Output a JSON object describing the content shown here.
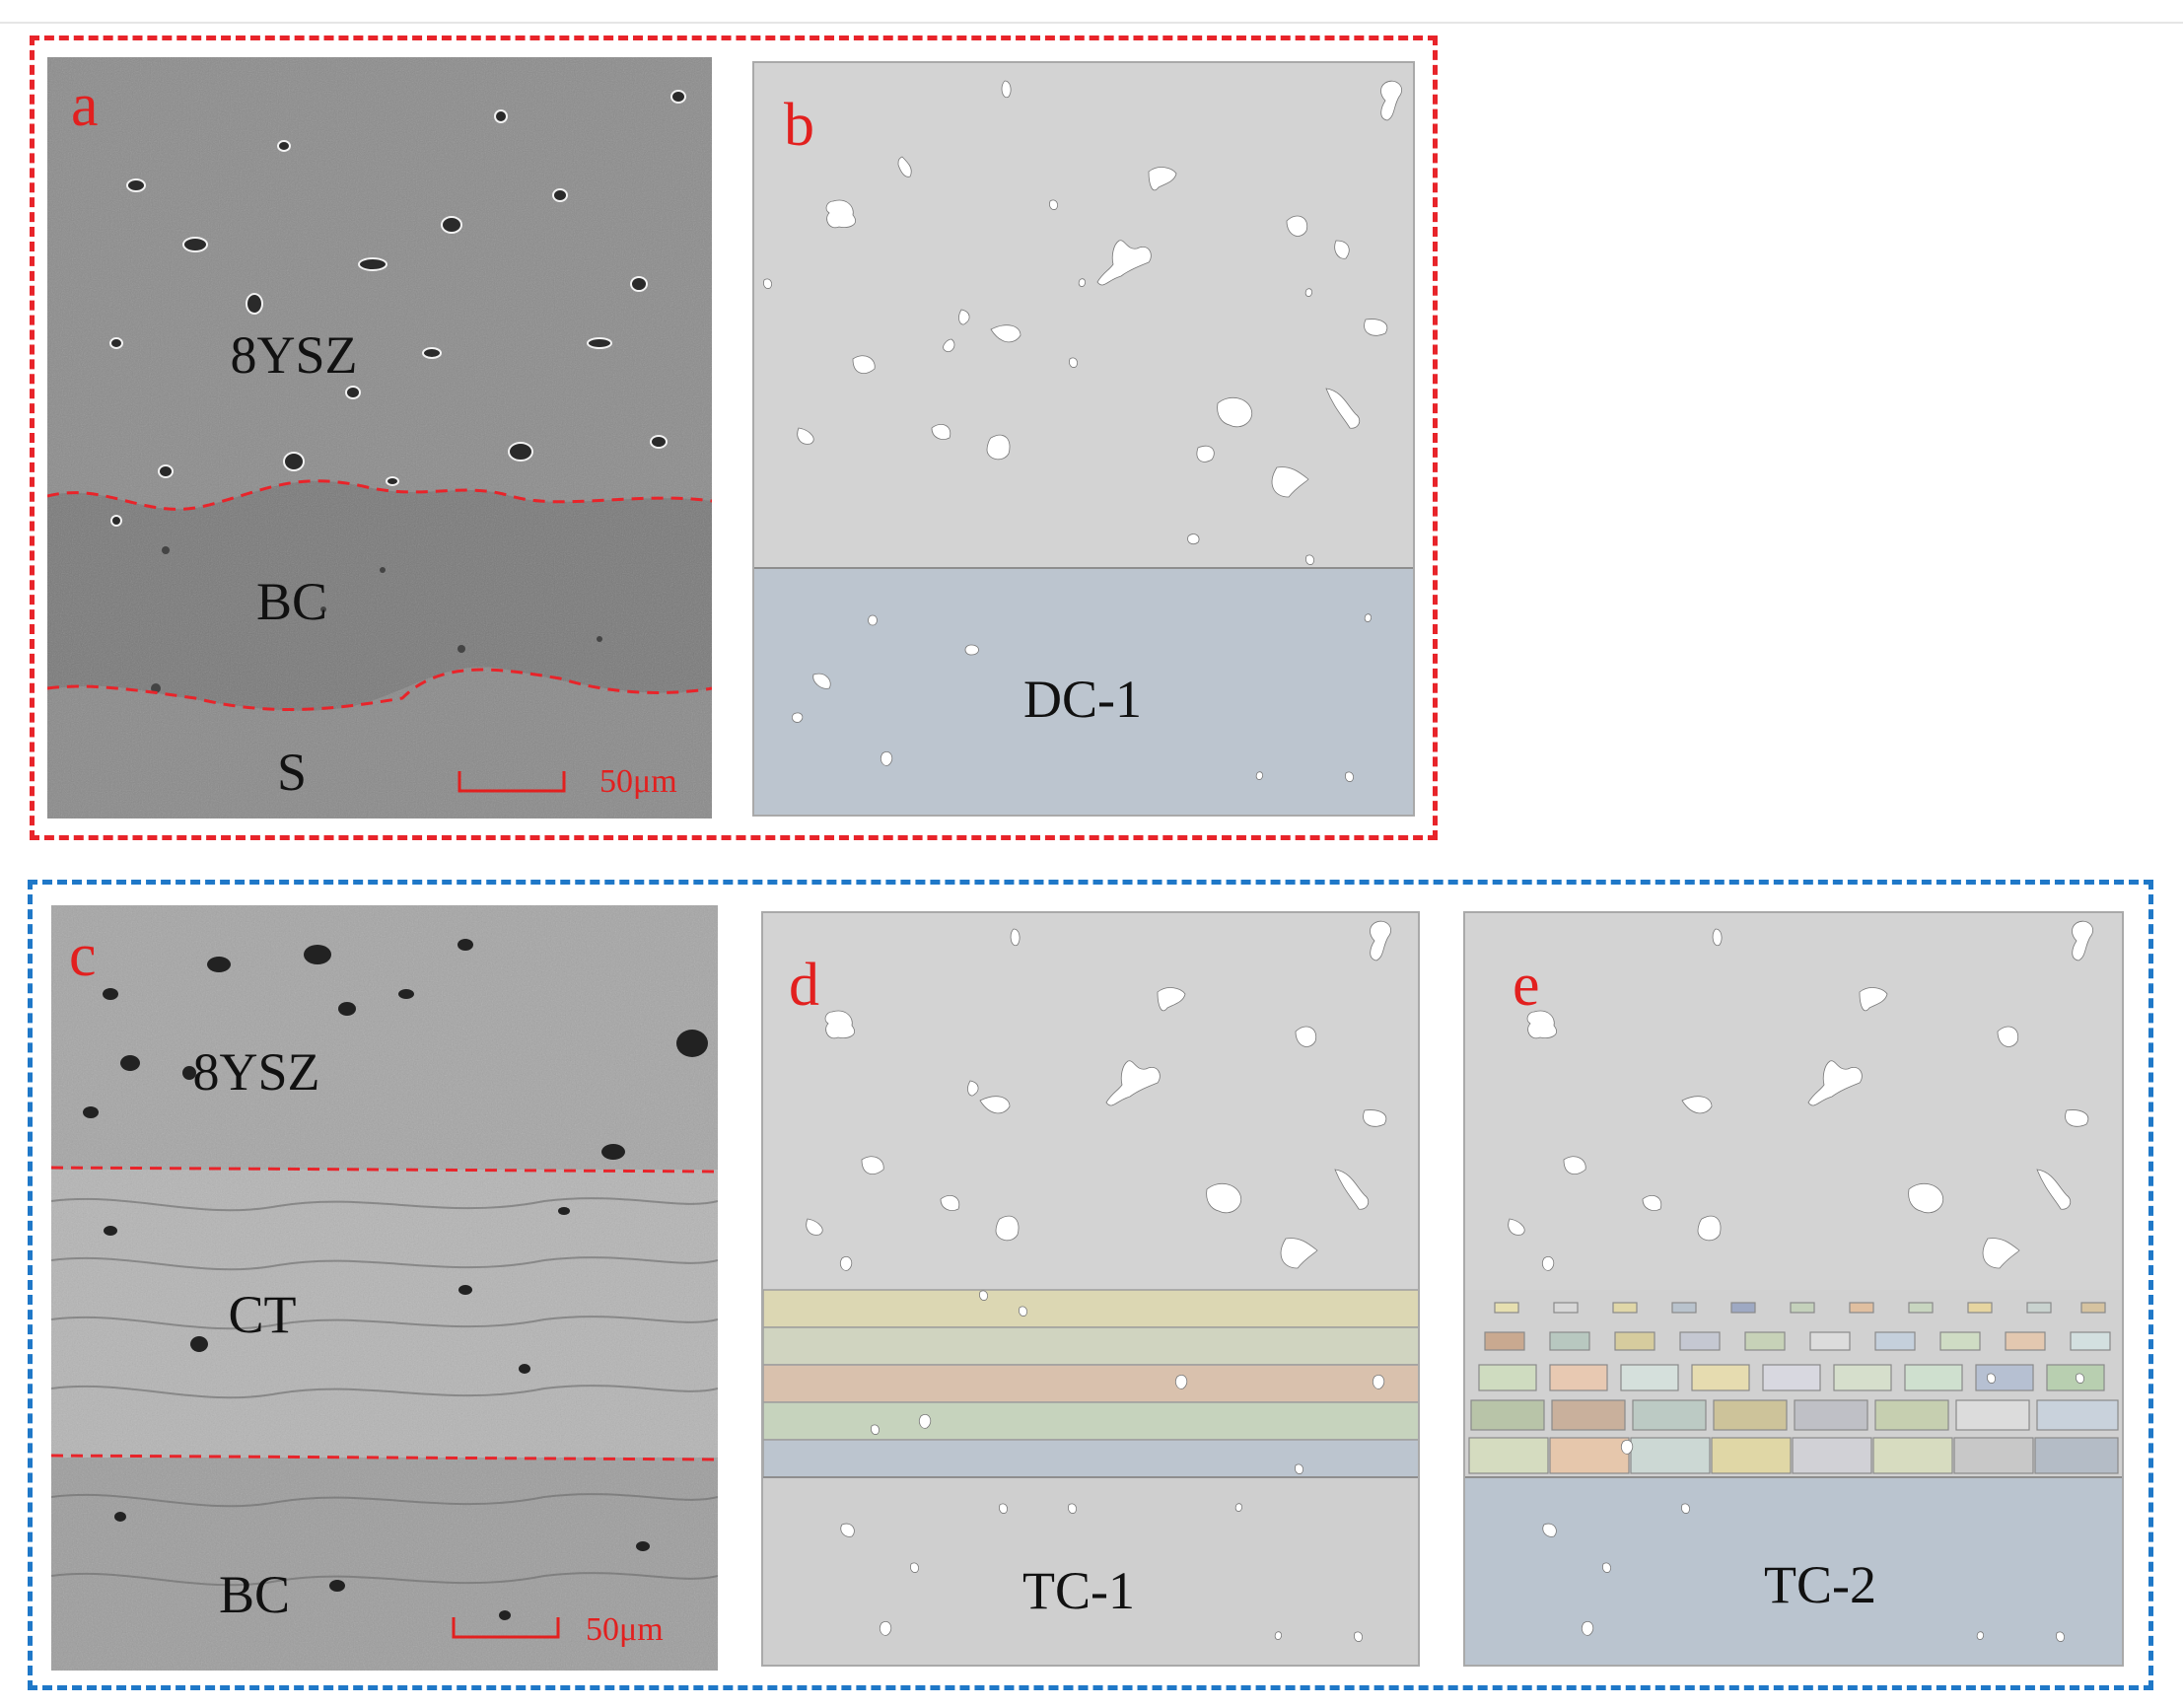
{
  "figure": {
    "panels": {
      "a": {
        "label": "a",
        "regions": [
          "8YSZ",
          "BC",
          "S"
        ],
        "scale_bar": "50μm"
      },
      "b": {
        "label": "b",
        "model_name": "DC-1"
      },
      "c": {
        "label": "c",
        "regions": [
          "8YSZ",
          "CT",
          "BC"
        ],
        "scale_bar": "50μm"
      },
      "d": {
        "label": "d",
        "model_name": "TC-1"
      },
      "e": {
        "label": "e",
        "model_name": "TC-2"
      }
    },
    "colors": {
      "red_group_border": "#e8242a",
      "blue_group_border": "#1f78c8",
      "label_red": "#e2201f",
      "ceramic_layer": "#d3d3d3",
      "bond_coat_layer_b": "#bcc5cf",
      "bond_coat_layer_d": "#cfcfcf",
      "bond_coat_layer_e": "#bac4cf"
    }
  }
}
